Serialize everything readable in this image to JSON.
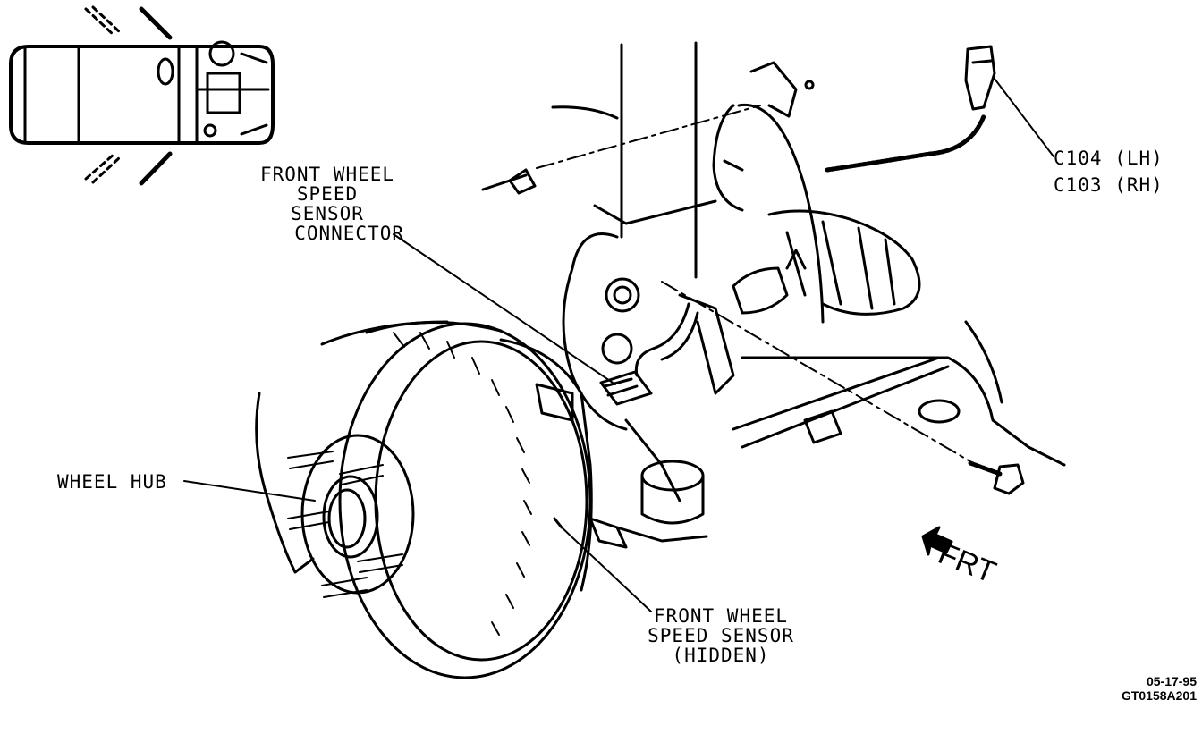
{
  "labels": {
    "sensor_connector": [
      "FRONT WHEEL",
      "SPEED",
      "SENSOR",
      "CONNECTOR"
    ],
    "connector_lh": "C104 (LH)",
    "connector_rh": "C103 (RH)",
    "wheel_hub": "WHEEL HUB",
    "sensor_hidden": [
      "FRONT WHEEL",
      "SPEED SENSOR",
      "(HIDDEN)"
    ],
    "direction": "FRT"
  },
  "stamp": {
    "date": "05-17-95",
    "code": "GT0158A201"
  }
}
